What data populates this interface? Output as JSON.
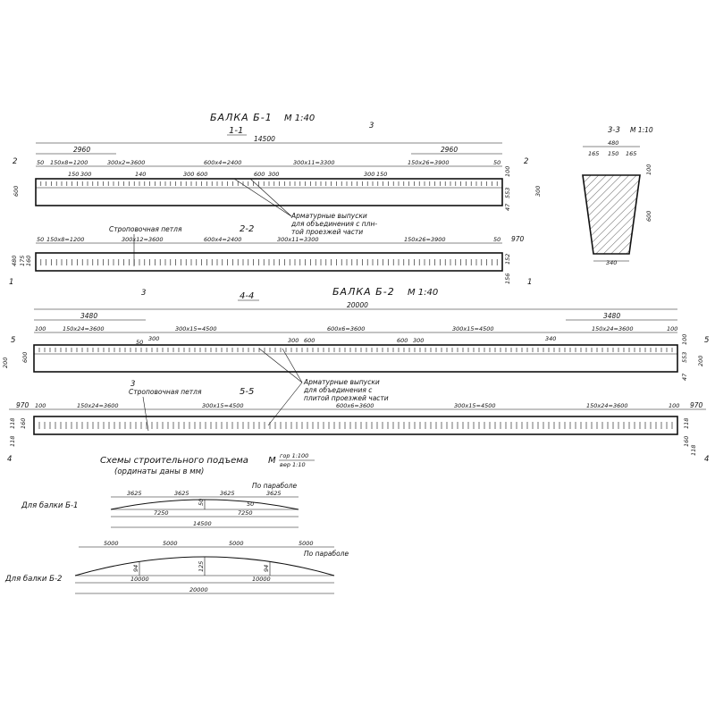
{
  "b1": {
    "title": "БАЛКА Б-1",
    "scale": "М 1:40",
    "sec11": "1-1",
    "len_total": "14500",
    "len_side_l": "2960",
    "len_side_r": "2960",
    "d_50l": "50",
    "d_150x8": "150х8=1200",
    "d_300x2": "300х2=3600",
    "d_600x4": "600х4=2400",
    "d_300x11": "300х11=3300",
    "d_150x26": "150х26=3900",
    "d_50r": "50",
    "d_150": "150",
    "d_300a": "300",
    "d_300b": "300",
    "d_600a": "600",
    "d_600b": "600",
    "d_300c": "300",
    "d_150b": "150",
    "d_140": "140",
    "h_600": "600",
    "h_553": "553",
    "h_47": "47",
    "h_300": "300",
    "h_100": "100",
    "mark_2": "2",
    "mark_3": "3",
    "note_outlets_1": "Арматурные выпуски",
    "note_outlets_2": "для объединения с плн-",
    "note_outlets_3": "той проезжей части",
    "sec22": "2-2",
    "lift_loop": "Строповочная петля",
    "p_50l": "50",
    "p_150x8": "150х8=1200",
    "p_300x12": "300х12=3600",
    "p_600x4": "600х4=2400",
    "p_300x11": "300х11=3300",
    "p_150x26": "150х26=3900",
    "p_50r": "50",
    "p_970": "970",
    "p_480": "480",
    "p_175": "175",
    "p_160": "160",
    "p_152": "152",
    "p_156": "156",
    "mark_1": "1"
  },
  "s33": {
    "title": "3-3",
    "scale": "М 1:10",
    "w_top": "480",
    "w_a": "165",
    "w_b": "150",
    "w_c": "165",
    "w_bot": "340",
    "h": "600",
    "h_top": "100"
  },
  "b2": {
    "title": "БАЛКА Б-2",
    "scale": "М 1:40",
    "sec44": "4-4",
    "len_total": "20000",
    "len_side_l": "3480",
    "len_side_r": "3480",
    "d_100l": "100",
    "d_150x24": "150х24=3600",
    "d_300x15": "300х15=4500",
    "d_600x6": "600х6=3600",
    "d_300x15b": "300х15=4500",
    "d_150x24b": "150х24=3600",
    "d_100r": "100",
    "d_50": "50",
    "d_300a": "300",
    "d_600a": "600",
    "d_600b": "600",
    "d_300b": "300",
    "d_340": "340",
    "h_600": "600",
    "h_553": "553",
    "h_47": "47",
    "h_200": "200",
    "h_100": "100",
    "mark_5": "5",
    "mark_3": "3",
    "note_outlets_1": "Арматурные выпуски",
    "note_outlets_2": "для объединения с",
    "note_outlets_3": "плитой проезжей части",
    "sec55": "5-5",
    "lift_loop": "Строповочная петля",
    "p_970l": "970",
    "p_100l": "100",
    "p_150x24": "150х24=3600",
    "p_300x15": "300х15=4500",
    "p_600x6": "600х6=3600",
    "p_300x15b": "300х15=4500",
    "p_150x24b": "150х24=3600",
    "p_100r": "100",
    "p_970r": "970",
    "p_118": "118",
    "p_160": "160",
    "p_118b": "118",
    "mark_4": "4"
  },
  "camber": {
    "title": "Схемы строительного подъема",
    "scale_m": "М",
    "scale_h": "гор 1:100",
    "scale_v": "вер 1:10",
    "subtitle": "(ординаты даны в мм)",
    "b1_label": "Для балки Б-1",
    "b1_parabola": "По параболе",
    "b1_d1": "3625",
    "b1_d2": "3625",
    "b1_d3": "3625",
    "b1_d4": "3625",
    "b1_h1": "50",
    "b1_h2": "50",
    "b1_half_l": "7250",
    "b1_half_r": "7250",
    "b1_total": "14500",
    "b2_label": "Для балки Б-2",
    "b2_parabola": "По параболе",
    "b2_d1": "5000",
    "b2_d2": "5000",
    "b2_d3": "5000",
    "b2_d4": "5000",
    "b2_h1": "94",
    "b2_h2": "125",
    "b2_h3": "94",
    "b2_half_l": "10000",
    "b2_half_r": "10000",
    "b2_total": "20000"
  }
}
